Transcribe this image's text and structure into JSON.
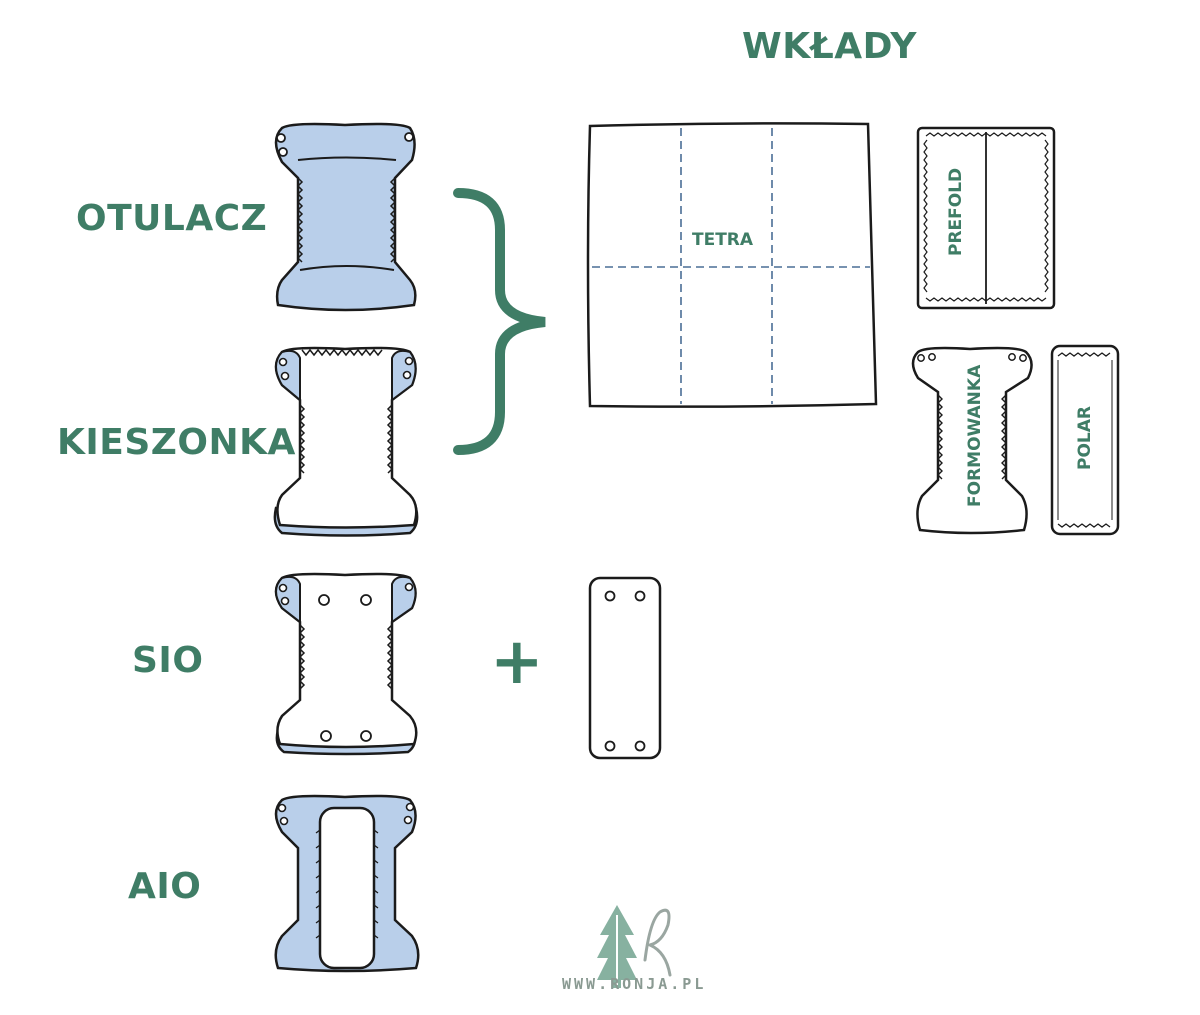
{
  "header": {
    "title": "WKŁADY"
  },
  "labels": {
    "otulacz": "OTULACZ",
    "kieszonka": "KIESZONKA",
    "sio": "SIO",
    "aio": "AIO"
  },
  "inserts": {
    "tetra": "TETRA",
    "prefold": "PREFOLD",
    "formowanka": "FORMOWANKA",
    "polar": "POLAR"
  },
  "symbols": {
    "plus": "+"
  },
  "watermark": {
    "url": "WWW.RONJA.PL",
    "logo_letter": "R"
  },
  "colors": {
    "label_green": "#3f7d66",
    "diaper_blue": "#b9cfea",
    "outline": "#1b1b1b",
    "bracket": "#3f7d66",
    "tree": "#7aa896"
  }
}
